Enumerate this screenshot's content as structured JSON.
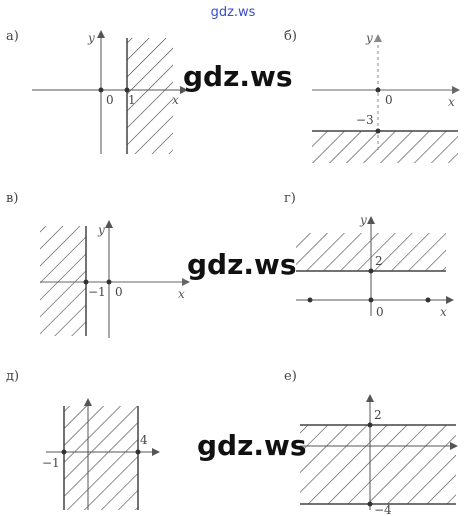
{
  "watermark_top": "gdz.ws",
  "watermarks": [
    "gdz.ws",
    "gdz.ws",
    "gdz.ws"
  ],
  "panels": {
    "a": {
      "label": "а)",
      "x_axis": "x",
      "y_axis": "y",
      "origin": "0",
      "tick": "1"
    },
    "b": {
      "label": "б)",
      "x_axis": "x",
      "y_axis": "y",
      "origin": "0",
      "tick": "−3"
    },
    "v": {
      "label": "в)",
      "x_axis": "x",
      "y_axis": "y",
      "origin": "0",
      "tick": "−1"
    },
    "g": {
      "label": "г)",
      "x_axis": "x",
      "y_axis": "y",
      "origin": "0",
      "tick": "2"
    },
    "d": {
      "label": "д)",
      "tick_left": "−1",
      "tick_right": "4"
    },
    "e": {
      "label": "е)",
      "tick_top": "2",
      "tick_bottom": "−4"
    }
  }
}
